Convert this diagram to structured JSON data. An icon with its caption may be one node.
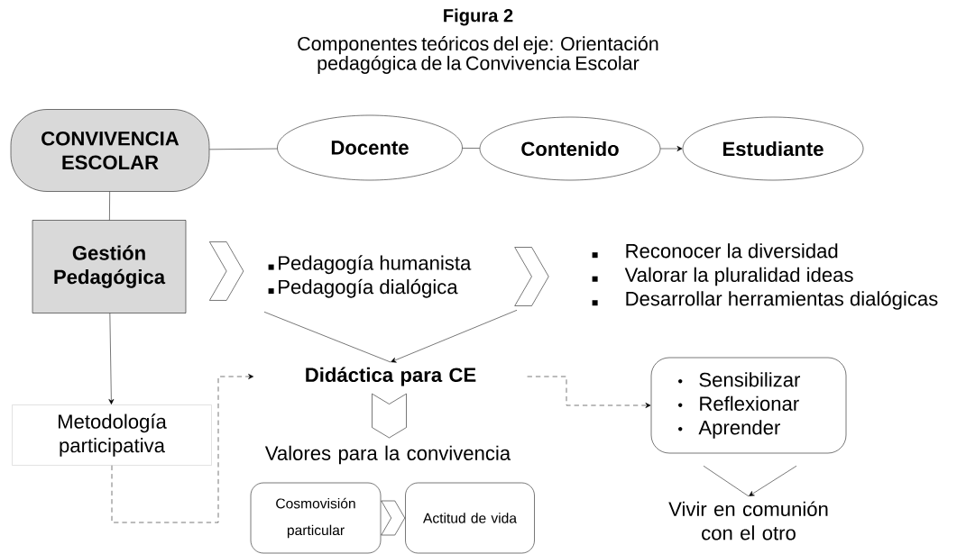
{
  "diagram": {
    "title": "Figura 2",
    "caption": "Componentes teóricos del eje: Orientación pedagógica de la Convivencia Escolar",
    "nodes": [
      {
        "text": [
          "CONVIVENCIA ESCOLAR"
        ]
      },
      {
        "text": [
          "Docente"
        ]
      },
      {
        "text": [
          "Contenido"
        ]
      },
      {
        "text": [
          "Estudiante"
        ]
      },
      {
        "text": [
          "Gestión Pedagógica"
        ]
      },
      {
        "text": [
          "Pedagogía  humanista",
          "Pedagogía dialógica"
        ]
      },
      {
        "text": [
          "Reconocer la diversidad",
          "Valorar la pluralidad ideas",
          "Desarrollar  herramientas dialógicas"
        ]
      },
      {
        "text": [
          "Metodología participativa"
        ]
      },
      {
        "text": [
          "Didáctica para CE"
        ]
      },
      {
        "text": [
          "Valores para la convivencia"
        ]
      },
      {
        "text": [
          "Cosmovisión particular"
        ]
      },
      {
        "text": [
          "Actitud de vida"
        ]
      },
      {
        "text": [
          "Sensibilizar",
          "Reflexionar",
          "Aprender"
        ]
      },
      {
        "text": [
          "Vivir en comunión con el otro"
        ]
      }
    ],
    "edges": [
      {
        "from": 0,
        "to": 1,
        "arrow": "none"
      },
      {
        "from": 1,
        "to": 2,
        "arrow": "none"
      },
      {
        "from": 2,
        "to": 3,
        "arrow": "to"
      },
      {
        "from": 0,
        "to": 4,
        "arrow": "none"
      },
      {
        "from": 4,
        "to": 5,
        "arrow": "to"
      },
      {
        "from": 5,
        "to": 6,
        "arrow": "to"
      },
      {
        "from": 5,
        "to": 8,
        "arrow": "to"
      },
      {
        "from": 4,
        "to": 7,
        "arrow": "to"
      },
      {
        "from": 7,
        "to": 8,
        "arrow": "to",
        "style": "dashed"
      },
      {
        "from": 8,
        "to": 9,
        "arrow": "to"
      },
      {
        "from": 8,
        "to": 12,
        "arrow": "to",
        "style": "dashed"
      },
      {
        "from": 10,
        "to": 11,
        "arrow": "to"
      },
      {
        "from": 12,
        "to": 13,
        "arrow": "to"
      }
    ]
  }
}
